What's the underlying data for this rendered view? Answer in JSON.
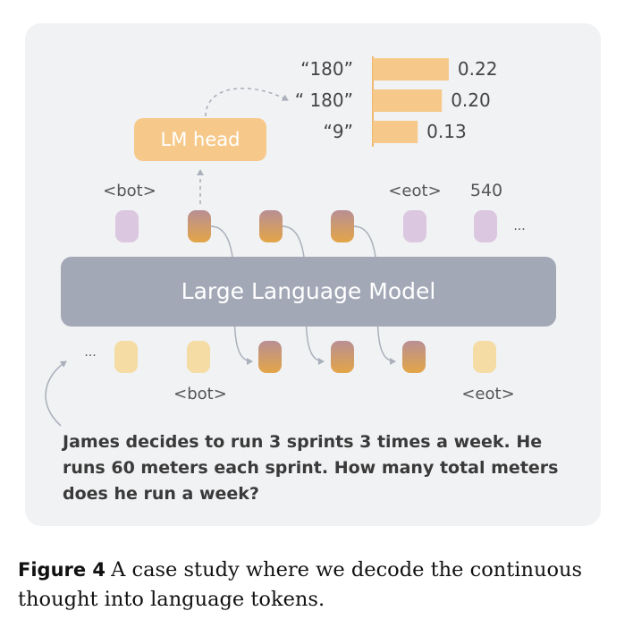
{
  "diagram": {
    "model_label": "Large Language Model",
    "lm_head_label": "LM head",
    "output_labels": {
      "bot": "<bot>",
      "eot": "<eot>",
      "answer": "540",
      "ellipsis": "..."
    },
    "input_labels": {
      "bot": "<bot>",
      "eot": "<eot>",
      "ellipsis": "..."
    },
    "question": [
      "James decides to run 3 sprints 3 times a week.  He",
      "runs 60 meters each sprint.  How many total meters",
      "does he run a week?"
    ],
    "colors": {
      "panel": "#f1f2f4",
      "model_box": "#a3a8b7",
      "lm_head": "#f6c98a",
      "bar": "#f6c98a",
      "token_purple": "#dcc7e0",
      "token_yellow": "#f4dca4",
      "token_gradient_top": "#b88f94",
      "token_gradient_bottom": "#e3a547"
    }
  },
  "chart_data": {
    "type": "bar",
    "orientation": "horizontal",
    "categories": [
      "“180”",
      "“ 180”",
      "“9”"
    ],
    "values": [
      0.22,
      0.2,
      0.13
    ],
    "value_labels": [
      "0.22",
      "0.20",
      "0.13"
    ]
  },
  "caption": {
    "label": "Figure 4",
    "text": "A case study where we decode the continuous thought into language tokens."
  }
}
